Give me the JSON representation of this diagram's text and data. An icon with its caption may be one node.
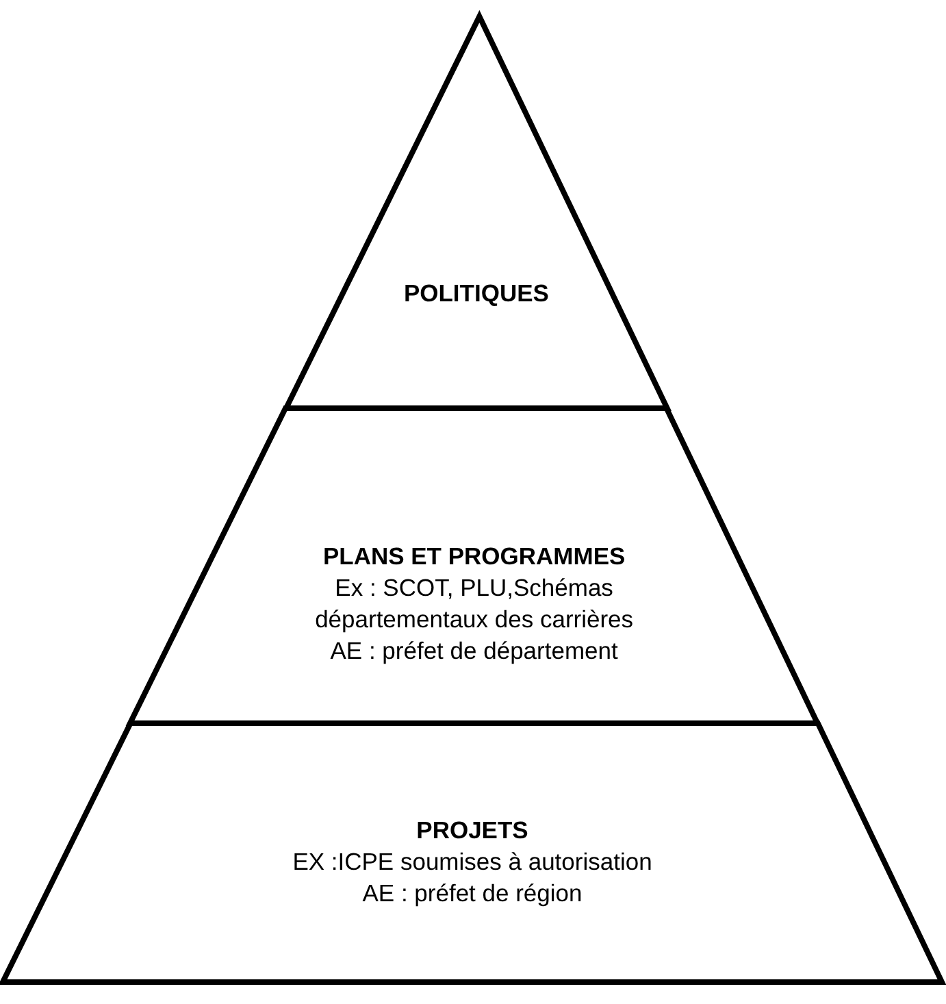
{
  "diagram": {
    "nodes": [
      {
        "text": [
          "POLITIQUES"
        ]
      },
      {
        "text": [
          "PLANS ET PROGRAMMES",
          "Ex : SCOT, PLU,Schémas départementaux des carrières",
          "AE : préfet de département"
        ]
      },
      {
        "text": [
          "PROJETS",
          "EX :ICPE soumises à autorisation",
          "AE : préfet de région"
        ]
      }
    ]
  }
}
